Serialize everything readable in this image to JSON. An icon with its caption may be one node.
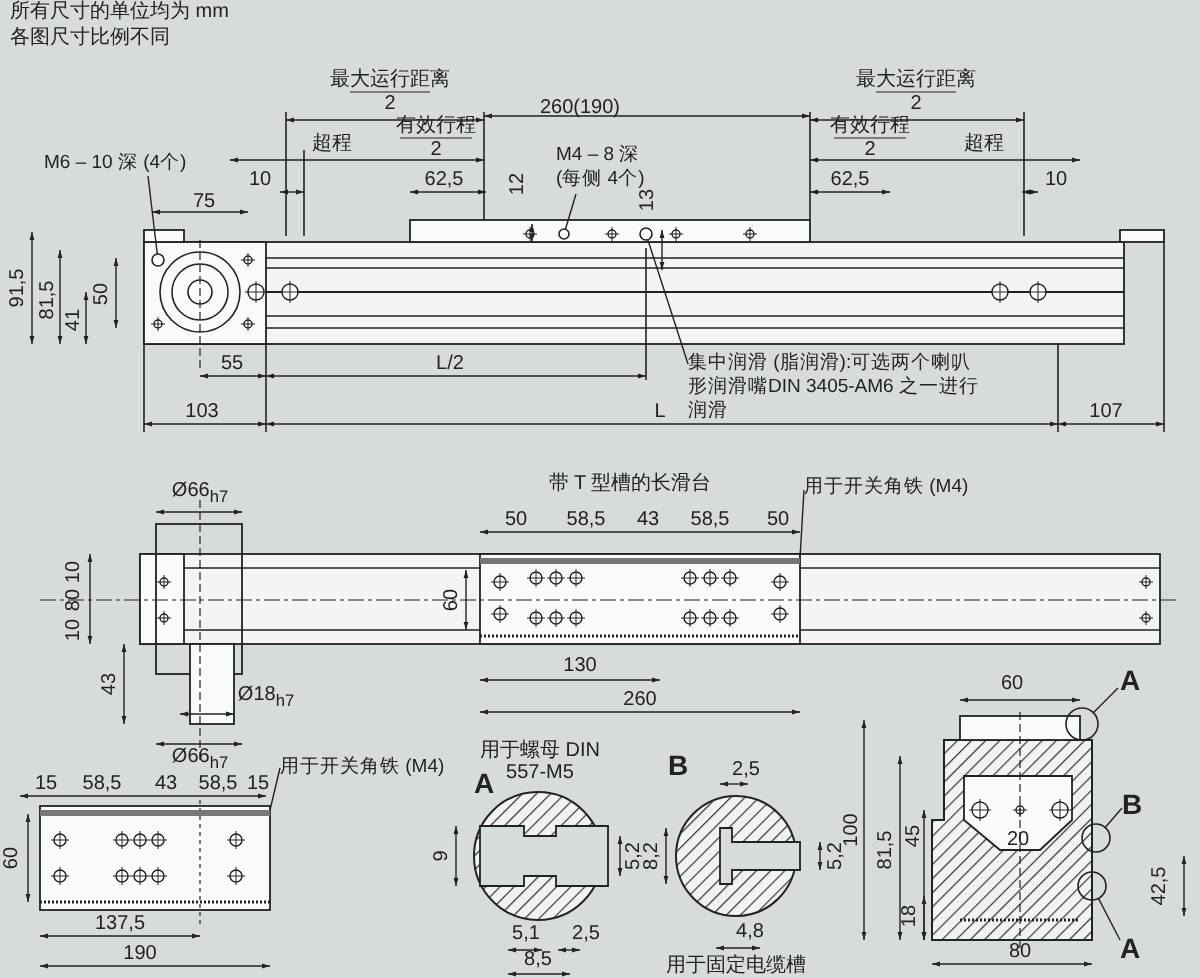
{
  "diagram": {
    "nodes": [
      {
        "text": [
          "M6 – 10 深 (4个)"
        ]
      },
      {
        "text": [
          "M4 – 8 深 (每侧 4个)"
        ]
      },
      {
        "text": [
          "集中润滑 (脂润滑):可选两个喇叭形润滑嘴DIN 3405-AM6 之一进行润滑"
        ]
      },
      {
        "text": [
          "用于开关角铁 (M4)"
        ]
      },
      {
        "text": [
          "用于开关角铁 (M4)"
        ]
      },
      {
        "text": [
          "A"
        ]
      },
      {
        "text": [
          "B"
        ]
      },
      {
        "text": [
          "A"
        ]
      },
      {
        "text": [],
        "shape": "circle"
      },
      {
        "text": [],
        "shape": "circle"
      },
      {
        "text": [],
        "shape": "circle"
      },
      {
        "text": [],
        "shape": "bar"
      },
      {
        "text": [],
        "shape": "bar"
      },
      {
        "text": [],
        "shape": "circle"
      },
      {
        "text": [],
        "shape": "circle"
      },
      {
        "text": [],
        "shape": "circle"
      }
    ],
    "edges": [
      {
        "from": 0,
        "to": 8,
        "arrow": "none"
      },
      {
        "from": 1,
        "to": 9,
        "arrow": "none"
      },
      {
        "from": 2,
        "to": 10,
        "arrow": "none"
      },
      {
        "from": 3,
        "to": 11,
        "arrow": "none"
      },
      {
        "from": 4,
        "to": 12,
        "arrow": "none"
      },
      {
        "from": 5,
        "to": 13,
        "arrow": "none"
      },
      {
        "from": 6,
        "to": 14,
        "arrow": "none"
      },
      {
        "from": 7,
        "to": 15,
        "arrow": "none"
      }
    ],
    "labels": [
      "所有尺寸的单位均为 mm",
      "各图尺寸比例不同",
      "最大运行距离",
      "2",
      "最大运行距离",
      "2",
      "260(190)",
      "超程",
      "有效行程",
      "2",
      "有效行程",
      "2",
      "超程",
      "10",
      "62,5",
      "62,5",
      "10",
      "75",
      "12",
      "13",
      "91,5",
      "81,5",
      "50",
      "41",
      "55",
      "L/2",
      "103",
      "L",
      "107",
      "Ø66$_{h7}$",
      "带 T 型槽的长滑台",
      "50",
      "58,5",
      "43",
      "58,5",
      "50",
      "10",
      "80",
      "10",
      "60",
      "43",
      "Ø18$_{h7}$",
      "130",
      "260",
      "Ø66$_{h7}$",
      "60",
      "15",
      "58,5",
      "43",
      "58,5",
      "15",
      "60",
      "137,5",
      "190",
      "A",
      "用于螺母 DIN 557-M5",
      "9",
      "5,2",
      "5,1",
      "2,5",
      "8,5",
      "B",
      "2,5",
      "8,2",
      "5,2",
      "4,8",
      "用于固定电缆槽",
      "100",
      "81,5",
      "45",
      "20",
      "18",
      "42,5",
      "80"
    ]
  }
}
